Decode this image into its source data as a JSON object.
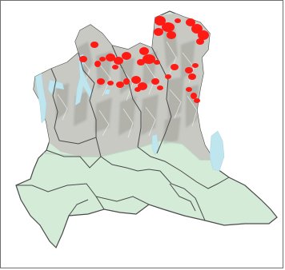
{
  "map": {
    "colors": {
      "background": "#ffffff",
      "border": "#6e6e6e",
      "lowland": "#d4ebd8",
      "mountains": "#c9c9c4",
      "hill_shade": "#9e9e98",
      "boundary": "#4a4a4a",
      "water": "#bfe6ee",
      "occurrence": "#ff1a14"
    },
    "layers": [
      "region-outline",
      "hillshade-relief",
      "province-boundaries",
      "lakes",
      "occurrence-points"
    ]
  }
}
